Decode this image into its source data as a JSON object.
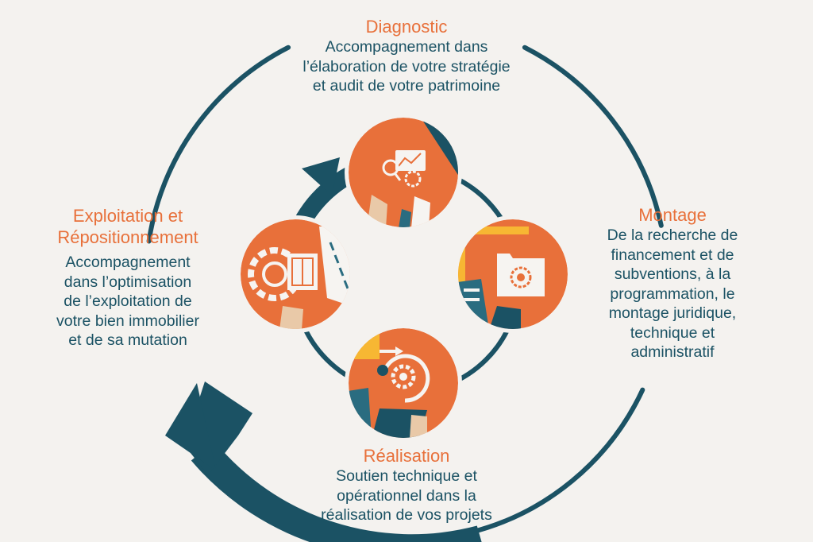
{
  "colors": {
    "background": "#f4f2ef",
    "accent": "#e8703a",
    "teal": "#1b5264",
    "yellow": "#f7b733",
    "building": "#2a6c80",
    "light": "#f6f4f1",
    "skin": "#e9c9a8"
  },
  "stages": [
    {
      "key": "diagnostic",
      "title_lines": [
        "Diagnostic"
      ],
      "desc_lines": [
        "Accompagnement dans",
        "l’élaboration de votre stratégie",
        "et audit de votre patrimoine"
      ],
      "icon": "analytics-magnifier-gear-icon"
    },
    {
      "key": "montage",
      "title_lines": [
        "Montage"
      ],
      "desc_lines": [
        "De la recherche de",
        "financement et de",
        "subventions, à la",
        "programmation, le",
        "montage juridique,",
        "technique et",
        "administratif"
      ],
      "icon": "folder-gear-icon"
    },
    {
      "key": "realisation",
      "title_lines": [
        "Réalisation"
      ],
      "desc_lines": [
        "Soutien technique et",
        "opérationnel dans la",
        "réalisation de vos projets"
      ],
      "icon": "cycle-gear-icon"
    },
    {
      "key": "exploitation",
      "title_lines": [
        "Exploitation et",
        "Répositionnement"
      ],
      "desc_lines": [
        "Accompagnement",
        "dans l’optimisation",
        "de l’exploitation de",
        "votre bien immobilier",
        "et de sa mutation"
      ],
      "icon": "gear-plan-icon"
    }
  ]
}
